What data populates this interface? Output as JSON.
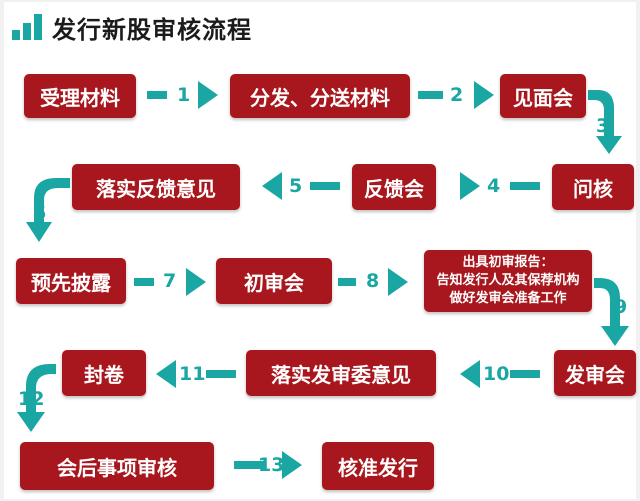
{
  "title": "发行新股审核流程",
  "colors": {
    "node": "#a8171d",
    "arrow": "#1aa7a3",
    "text": "#ffffff"
  },
  "nodes": {
    "accept": "受理材料",
    "distribute": "分发、分送材料",
    "meeting": "见面会",
    "inquiry": "问核",
    "feedback": "反馈会",
    "implement_feedback": "落实反馈意见",
    "pre_disclosure": "预先披露",
    "first_review": "初审会",
    "report": [
      "出具初审报告：",
      "告知发行人及其保荐机构",
      "做好发审会准备工作"
    ],
    "issuance_meeting": "发审会",
    "implement_committee": "落实发审委意见",
    "seal": "封卷",
    "post_review": "会后事项审核",
    "approval": "核准发行"
  },
  "steps": [
    "1",
    "2",
    "3",
    "4",
    "5",
    "6",
    "7",
    "8",
    "9",
    "10",
    "11",
    "12",
    "13"
  ]
}
